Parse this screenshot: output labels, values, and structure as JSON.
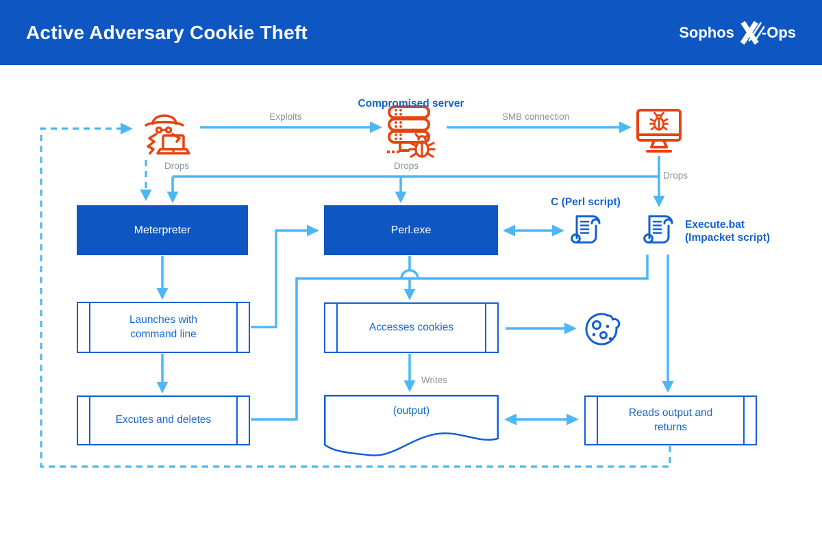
{
  "colors": {
    "header_bg": "#0e57c2",
    "box_fill": "#0e57c2",
    "outline_blue": "#1160d2",
    "text_blue": "#1466d6",
    "connector_blue": "#4db7f2",
    "label_gray": "#8b9098",
    "icon_orange": "#e6440f"
  },
  "header": {
    "title": "Active Adversary Cookie Theft",
    "logo_prefix": "Sophos",
    "logo_suffix": "-Ops"
  },
  "diagram": {
    "labels": {
      "compromised_server": "Compromised server",
      "exploits": "Exploits",
      "smb_connection": "SMB connection",
      "drops_left": "Drops",
      "drops_middle": "Drops",
      "drops_right": "Drops",
      "writes": "Writes",
      "c_perl_script": "C (Perl script)",
      "execute_bat": "Execute.bat\n(Impacket script)"
    },
    "nodes": {
      "meterpreter": "Meterpreter",
      "perl_exe": "Perl.exe",
      "launches": "Launches with\ncommand line",
      "accesses": "Accesses cookies",
      "excutes": "Excutes and deletes",
      "output": "(output)",
      "reads": "Reads output and\nreturns"
    },
    "icons": {
      "hacker": "hacker-with-laptop-icon",
      "server": "compromised-server-bug-icon",
      "monitor": "infected-monitor-bug-icon",
      "scroll": "script-scroll-icon",
      "cookie": "bitten-cookie-icon"
    }
  }
}
